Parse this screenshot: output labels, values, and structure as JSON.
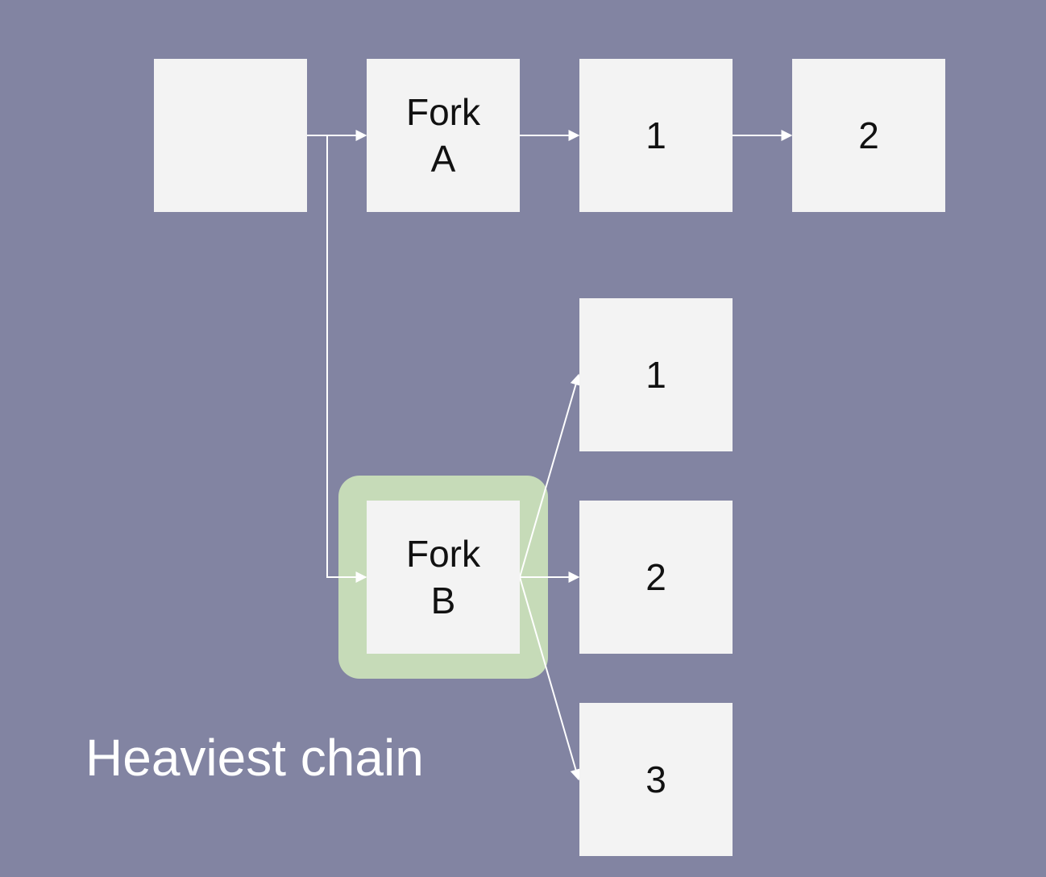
{
  "diagram": {
    "blocks": {
      "genesis": {
        "line1": "",
        "line2": ""
      },
      "fork_a": {
        "line1": "Fork",
        "line2": "A"
      },
      "fork_a_child_1": {
        "label": "1"
      },
      "fork_a_child_2": {
        "label": "2"
      },
      "fork_b": {
        "line1": "Fork",
        "line2": "B"
      },
      "fork_b_child_1": {
        "label": "1"
      },
      "fork_b_child_2": {
        "label": "2"
      },
      "fork_b_child_3": {
        "label": "3"
      }
    },
    "caption": "Heaviest chain",
    "colors": {
      "background": "#8284a2",
      "block": "#f3f3f3",
      "arrow": "#ffffff",
      "highlight": "#c6dbb8",
      "caption": "#ffffff"
    }
  }
}
